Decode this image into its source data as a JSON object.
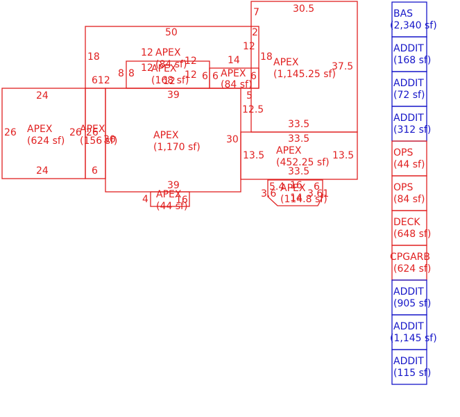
{
  "colors": {
    "red": "#e02020",
    "blue": "#1515c8"
  },
  "areas": {
    "a_624": {
      "name": "APEX",
      "size": "(624 sf)"
    },
    "a_156": {
      "name": "APEX",
      "size": "(156 sf)"
    },
    "a_1170": {
      "name": "APEX",
      "size": "(1,170 sf)"
    },
    "a_84": {
      "name": "APEX",
      "size": "(84 sf)"
    },
    "a_168": {
      "name": "APEX",
      "size": "(168 sf)"
    },
    "a_sub": {
      "name": "APEX",
      "size": "(84 sf)"
    },
    "a_114525": {
      "name": "APEX",
      "size": "(1,145.25 sf)"
    },
    "a_45225": {
      "name": "APEX",
      "size": "(452.25 sf)"
    },
    "a_44": {
      "name": "APEX",
      "size": "(44 sf)"
    },
    "a_1148": {
      "name": "APEX",
      "size": "(114.8 sf)"
    }
  },
  "dims": {
    "d_24_top": "24",
    "d_24_bot": "24",
    "d_26_l": "26",
    "d_26_r": "26",
    "d_26_mid": "26",
    "d_6": "6",
    "d_6b": "6",
    "d_30_l": "30",
    "d_30_r": "30",
    "d_612": "612",
    "d_8a": "8",
    "d_8b": "8",
    "d_18": "18",
    "d_50": "50",
    "d_2": "2",
    "d_12_top": "12",
    "d_12_a": "12",
    "d_12_b": "12",
    "d_12_c": "12",
    "d_12_d": "12",
    "d_12_e": "12",
    "d_14": "14",
    "d_6c": "6",
    "d_6d": "6",
    "d_6e": "6",
    "d_39_top": "39",
    "d_39_bot": "39",
    "d_16": "16",
    "d_4": "4",
    "d_7": "7",
    "d_305": "30.5",
    "d_18b": "18",
    "d_375": "37.5",
    "d_5": "5",
    "d_125": "12.5",
    "d_335_a": "33.5",
    "d_335_b": "33.5",
    "d_335_c": "33.5",
    "d_135_l": "13.5",
    "d_135_r": "13.5",
    "d_54": "5.4",
    "d_36": "3.6",
    "d_161": "16",
    "d_6f": "6",
    "d_361": "3.61",
    "d_14b": "14"
  },
  "legend": [
    {
      "code": "BAS",
      "size": "(2,340 sf)",
      "color": "blue"
    },
    {
      "code": "ADDIT",
      "size": "(168 sf)",
      "color": "blue"
    },
    {
      "code": "ADDIT",
      "size": "(72 sf)",
      "color": "blue"
    },
    {
      "code": "ADDIT",
      "size": "(312 sf)",
      "color": "blue"
    },
    {
      "code": "OPS",
      "size": "(44 sf)",
      "color": "red"
    },
    {
      "code": "OPS",
      "size": "(84 sf)",
      "color": "red"
    },
    {
      "code": "DECK",
      "size": "(648 sf)",
      "color": "red"
    },
    {
      "code": "CPGARB",
      "size": "(624 sf)",
      "color": "red"
    },
    {
      "code": "ADDIT",
      "size": "(905 sf)",
      "color": "blue"
    },
    {
      "code": "ADDIT",
      "size": "(1,145 sf)",
      "color": "blue"
    },
    {
      "code": "ADDIT",
      "size": "(115 sf)",
      "color": "blue"
    }
  ]
}
